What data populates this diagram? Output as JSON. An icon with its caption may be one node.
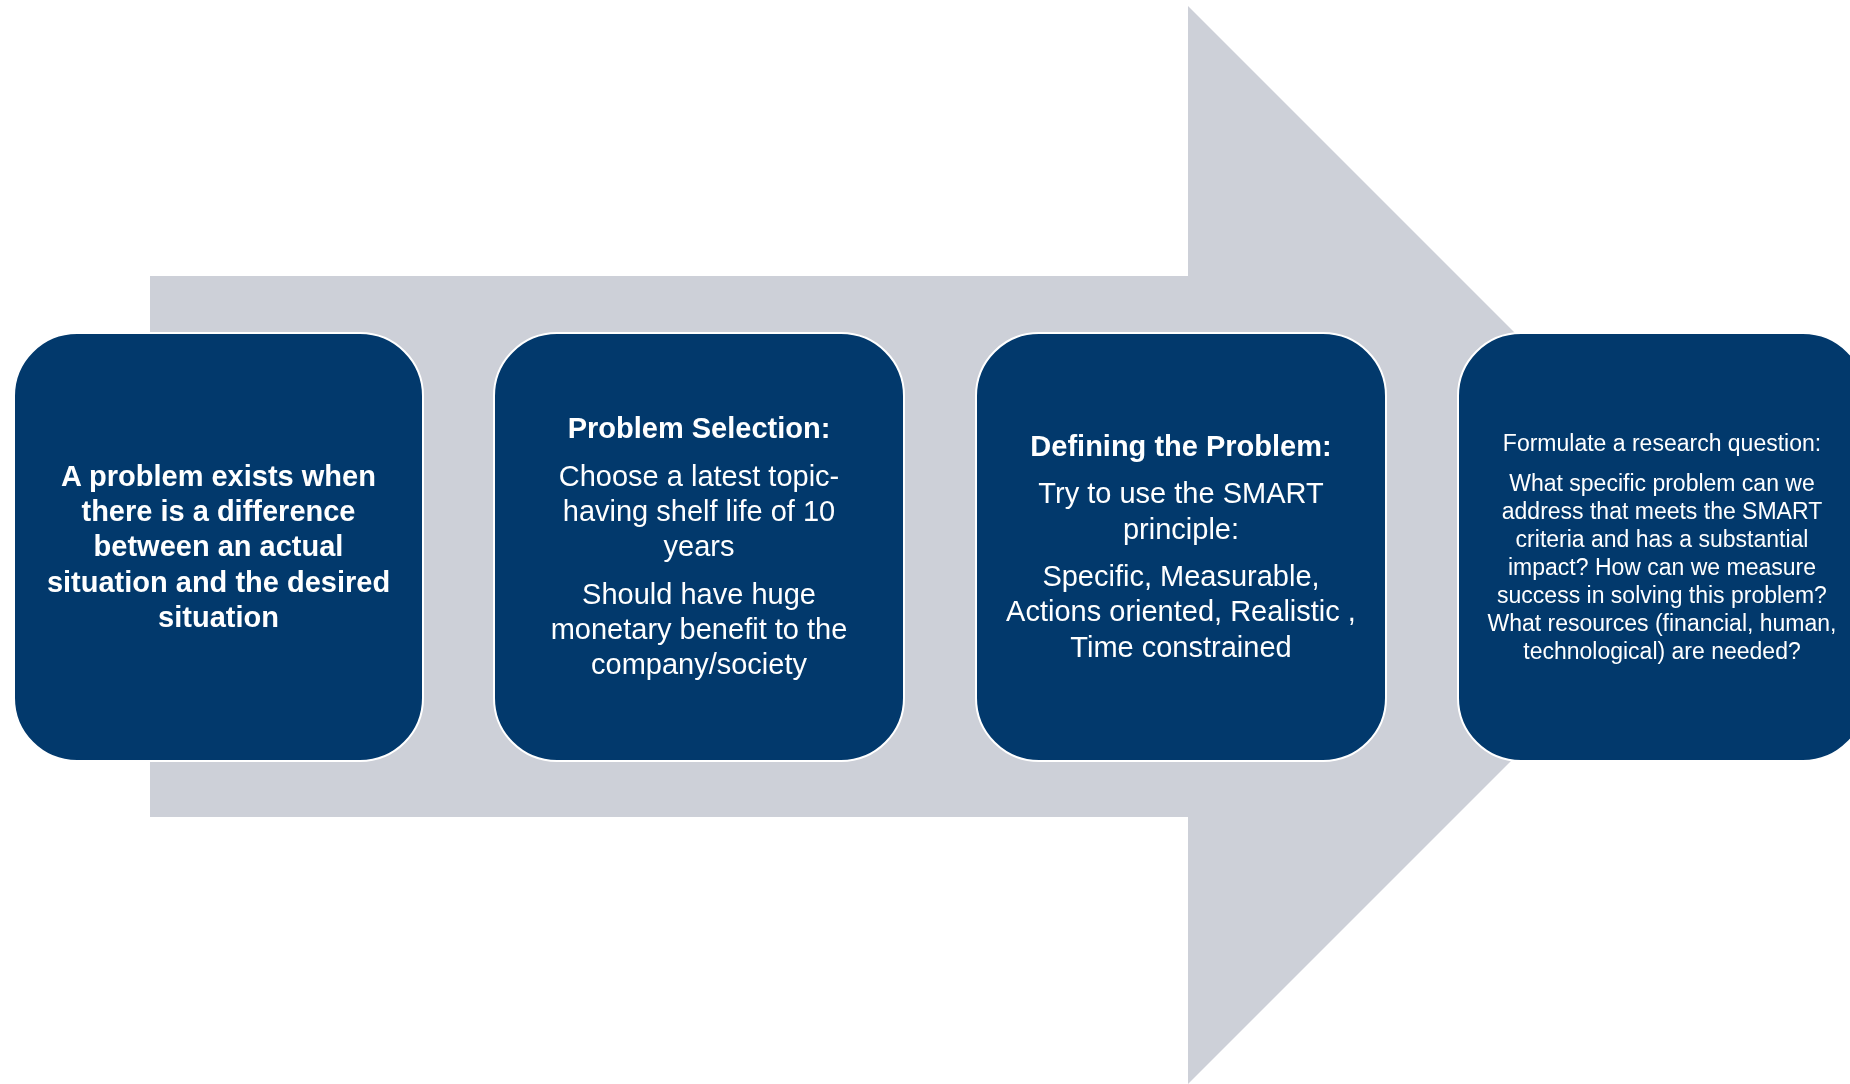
{
  "diagram": {
    "nodes": [
      {
        "text": [
          "A problem exists when there is a difference between an actual situation and the desired situation"
        ]
      },
      {
        "text": [
          "Problem Selection:",
          "Choose a latest topic-having shelf life of 10 years",
          "Should have huge monetary benefit to the company/society"
        ]
      },
      {
        "text": [
          "Defining the Problem:",
          "Try to use the SMART principle:",
          "Specific, Measurable, Actions oriented, Realistic , Time constrained"
        ]
      },
      {
        "text": [
          "Formulate a research question:",
          "What specific problem can we address that meets the SMART criteria and has a substantial impact? How can we measure success in solving this problem? What resources (financial, human, technological) are needed?"
        ]
      }
    ],
    "edges": [
      {
        "from": 0,
        "to": 3,
        "arrow": "to"
      }
    ]
  }
}
